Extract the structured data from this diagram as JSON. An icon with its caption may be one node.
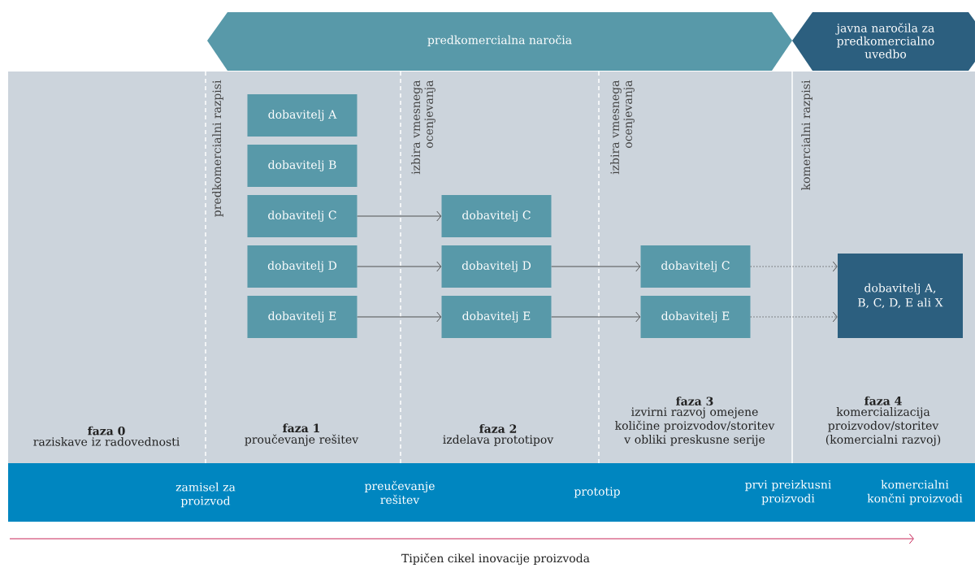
{
  "diagram": {
    "caption": "Tipičen cikel inovacije proizvoda",
    "nodes": [
      {
        "text": [
          "predkomercialna naročia"
        ]
      },
      {
        "text": [
          "javna naročila za predkomercialno uvedbo"
        ]
      },
      {
        "text": [
          "dobavitelj A"
        ]
      },
      {
        "text": [
          "dobavitelj B"
        ]
      },
      {
        "text": [
          "dobavitelj C"
        ]
      },
      {
        "text": [
          "dobavitelj D"
        ]
      },
      {
        "text": [
          "dobavitelj E"
        ]
      },
      {
        "text": [
          "dobavitelj C"
        ]
      },
      {
        "text": [
          "dobavitelj D"
        ]
      },
      {
        "text": [
          "dobavitelj E"
        ]
      },
      {
        "text": [
          "dobavitelj C"
        ]
      },
      {
        "text": [
          "dobavitelj E"
        ]
      },
      {
        "text": [
          "dobavitelj A, B, C, D, E ali X"
        ]
      }
    ],
    "edges": [
      {
        "from": 4,
        "to": 7,
        "arrow": "to"
      },
      {
        "from": 5,
        "to": 8,
        "arrow": "to"
      },
      {
        "from": 6,
        "to": 9,
        "arrow": "to"
      },
      {
        "from": 8,
        "to": 10,
        "arrow": "to"
      },
      {
        "from": 9,
        "to": 11,
        "arrow": "to"
      },
      {
        "from": 10,
        "to": 12,
        "arrow": "to",
        "style": "dashed"
      },
      {
        "from": 11,
        "to": 12,
        "arrow": "to",
        "style": "dashed"
      }
    ],
    "labels": [
      "predkomercialni razpisi",
      "izbira vmesnega ocenjevanja",
      "izbira vmesnega ocenjevanja",
      "komercialni razpisi",
      "faza 0",
      "raziskave iz radovednosti",
      "faza 1",
      "proučevanje rešitev",
      "faza 2",
      "izdelava prototipov",
      "faza 3",
      "izvirni razvoj omejene količine proizvodov/storitev v obliki preskusne serije",
      "faza 4",
      "komercializacija proizvodov/storitev (komercialni razvoj)",
      "zamisel za proizvod",
      "preučevanje rešitev",
      "prototip",
      "prvi preizkusni proizvodi",
      "komercialni končni proizvodi"
    ]
  }
}
